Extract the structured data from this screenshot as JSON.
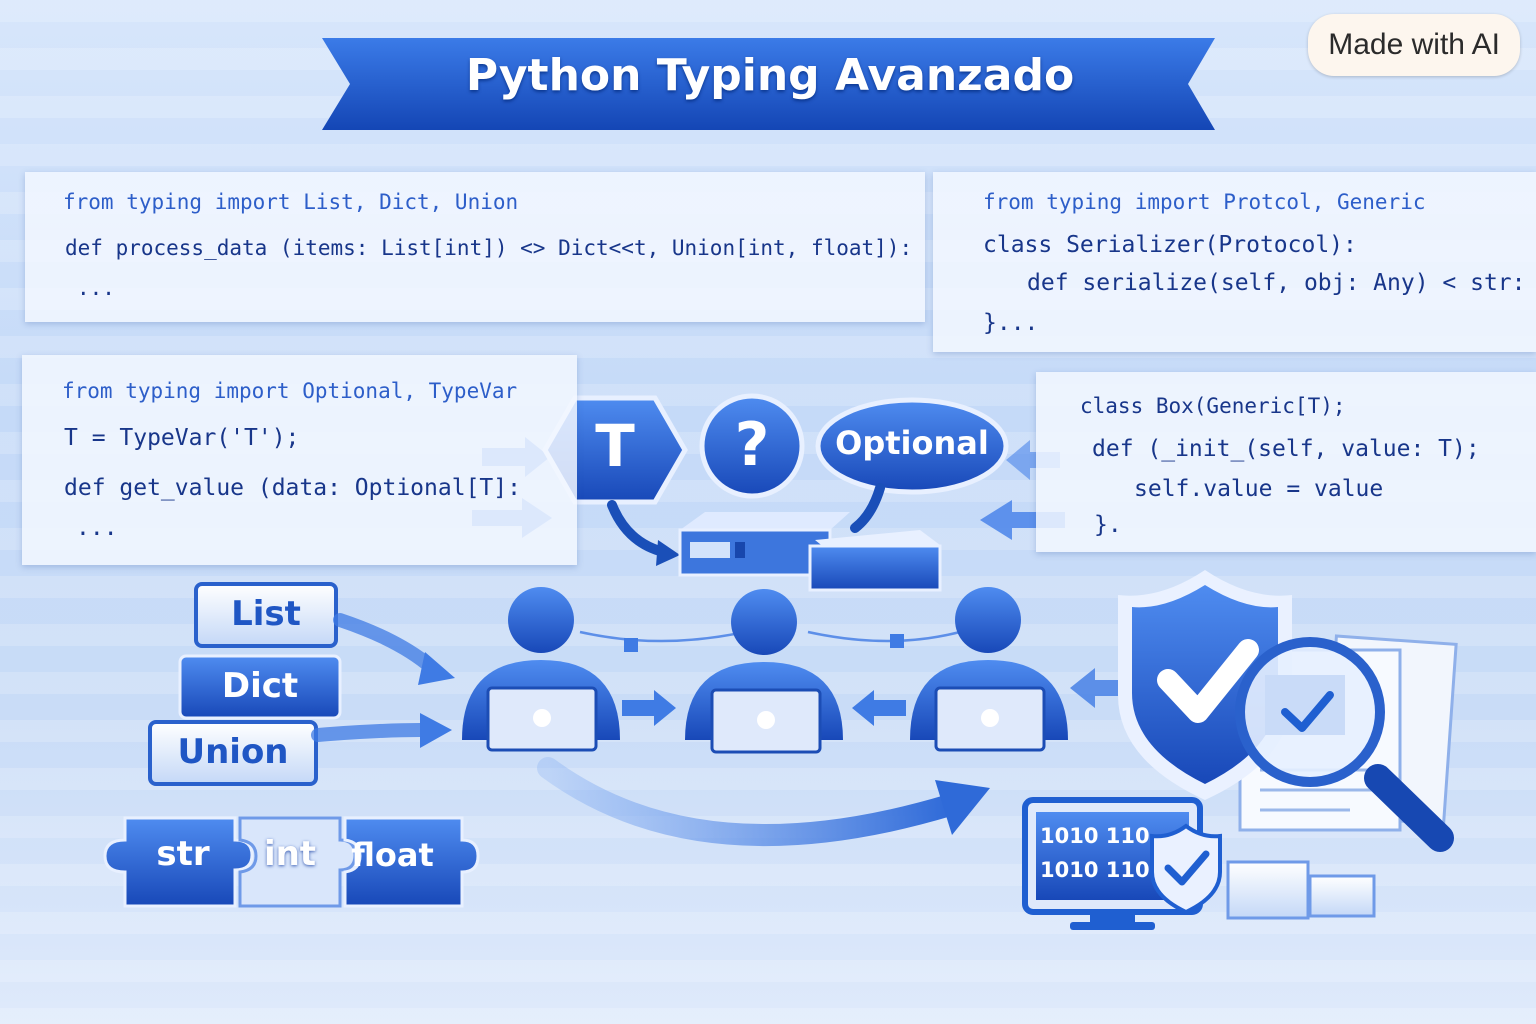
{
  "badge": "Made with AI",
  "title": "Python Typing Avanzado",
  "panels": {
    "top_left": {
      "line1": "from typing import List, Dict, Union",
      "line2": "def process_data (items: List[int]) <> Dict<<t, Union[int, float]):",
      "line3": "..."
    },
    "top_right": {
      "line1": "from typing import Protcol, Generic",
      "line2": "class Serializer(Protocol):",
      "line3": "def serialize(self, obj: Any) < str:",
      "line4": "}..."
    },
    "mid_left": {
      "line1": "from typing import Optional, TypeVar",
      "line2": "T = TypeVar('T');",
      "line3": "def get_value (data: Optional[T]:",
      "line4": "..."
    },
    "mid_right": {
      "line1": "class Box(Generic[T);",
      "line2": "def (_init_(self, value: T);",
      "line3": "self.value = value",
      "line4": "}."
    }
  },
  "symbols": {
    "typevar": "T",
    "question": "?",
    "optional": "Optional"
  },
  "type_blocks": [
    "List",
    "Dict",
    "Union"
  ],
  "puzzle_pieces": [
    "str",
    "int",
    "float"
  ],
  "monitor_lines": [
    "1010 110",
    "1010 110"
  ],
  "colors": {
    "primary": "#1f5fd1",
    "dark": "#1447b0",
    "light": "#dbe8fb"
  }
}
